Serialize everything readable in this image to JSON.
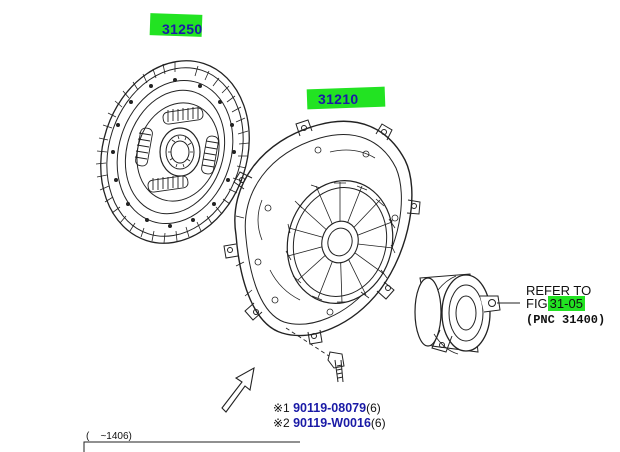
{
  "parts": {
    "clutch_disc": {
      "part_no": "31250"
    },
    "clutch_cover": {
      "part_no": "31210"
    }
  },
  "reference": {
    "refer_to": "REFER TO",
    "fig_prefix": "FIG",
    "fig_no": "31-05",
    "pnc": "(PNC 31400)"
  },
  "legend": [
    {
      "mark": "※1",
      "part_no": "90119-08079",
      "qty": "(6)"
    },
    {
      "mark": "※2",
      "part_no": "90119-W0016",
      "qty": "(6)"
    }
  ],
  "range_note": "(    ~1406)",
  "colors": {
    "highlight": "#22e322",
    "link": "#1a1aa6",
    "line": "#222222"
  }
}
